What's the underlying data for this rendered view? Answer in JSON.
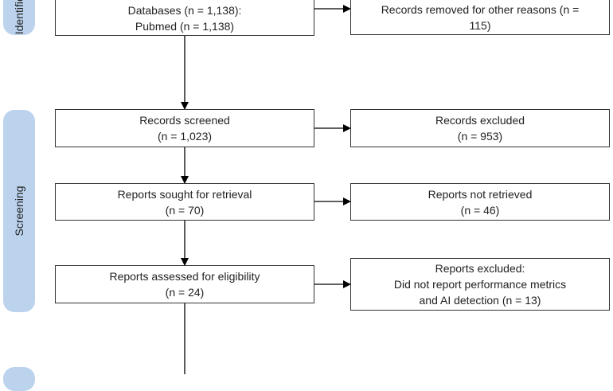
{
  "phases": {
    "identification": "Identification",
    "screening": "Screening"
  },
  "boxes": {
    "databases": {
      "line1": "Databases (n = 1,138):",
      "line2": "Pubmed (n = 1,138)"
    },
    "removed": {
      "line1": "Records removed for other reasons (n =",
      "line2": "115)"
    },
    "screened": {
      "line1": "Records screened",
      "line2": "(n = 1,023)"
    },
    "excluded": {
      "line1": "Records excluded",
      "line2": "(n = 953)"
    },
    "sought": {
      "line1": "Reports sought for retrieval",
      "line2": "(n = 70)"
    },
    "not_retrieved": {
      "line1": "Reports not retrieved",
      "line2": "(n = 46)"
    },
    "assessed": {
      "line1": "Reports assessed for eligibility",
      "line2": "(n = 24)"
    },
    "reports_excluded": {
      "line1": "Reports excluded:",
      "line2": "Did not report performance metrics",
      "line3": "and AI detection (n = 13)"
    }
  },
  "colors": {
    "phase_fill": "#bcd3ee",
    "line": "#000000"
  }
}
